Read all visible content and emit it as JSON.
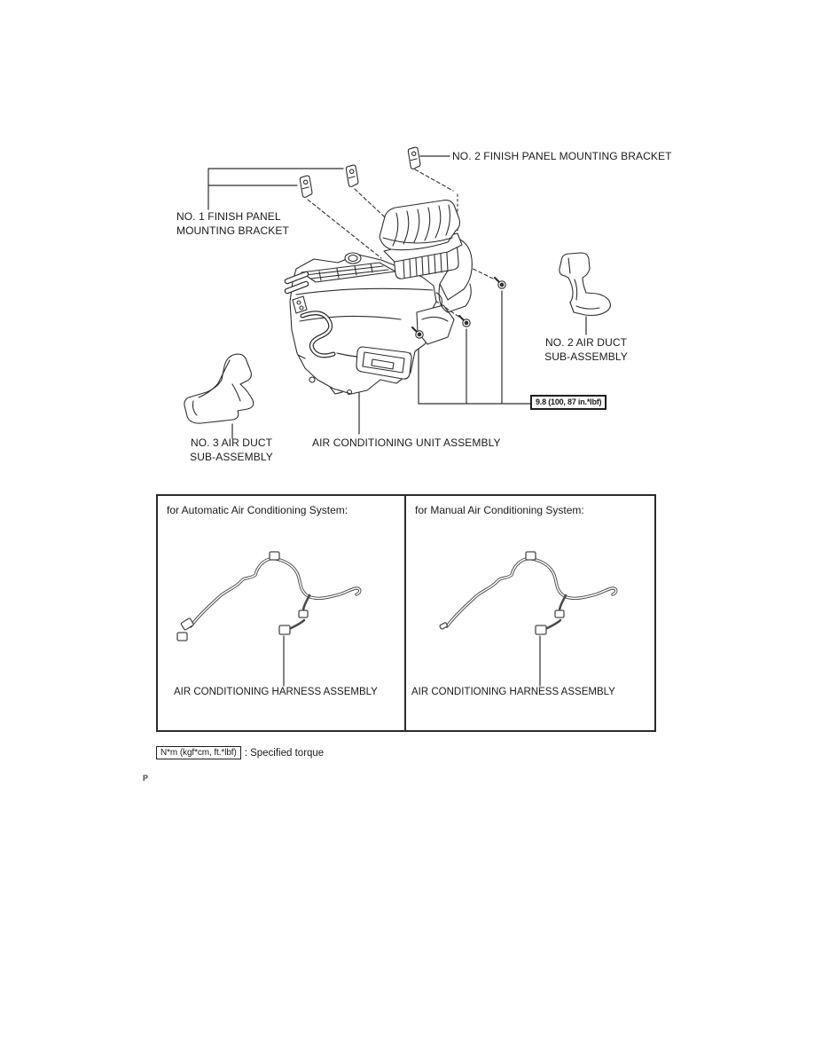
{
  "page": {
    "p_mark": "P"
  },
  "diagram": {
    "labels": {
      "no2_bracket": "NO. 2 FINISH PANEL MOUNTING BRACKET",
      "no1_bracket_line1": "NO. 1 FINISH PANEL",
      "no1_bracket_line2": "MOUNTING BRACKET",
      "no2_duct_line1": "NO. 2 AIR DUCT",
      "no2_duct_line2": "SUB-ASSEMBLY",
      "no3_duct_line1": "NO. 3 AIR DUCT",
      "no3_duct_line2": "SUB-ASSEMBLY",
      "unit": "AIR CONDITIONING UNIT ASSEMBLY",
      "torque_spec": "9.8 (100, 87 in.*lbf)"
    }
  },
  "comparison": {
    "left": {
      "header": "for Automatic Air Conditioning System:",
      "label": "AIR CONDITIONING HARNESS ASSEMBLY"
    },
    "right": {
      "header": "for Manual Air Conditioning System:",
      "label": "AIR CONDITIONING HARNESS ASSEMBLY"
    }
  },
  "legend": {
    "torque_unit": "N*m (kgf*cm, ft.*lbf)",
    "description": ": Specified torque"
  },
  "colors": {
    "line": "#2e2e2e",
    "text": "#1a1a1a"
  }
}
